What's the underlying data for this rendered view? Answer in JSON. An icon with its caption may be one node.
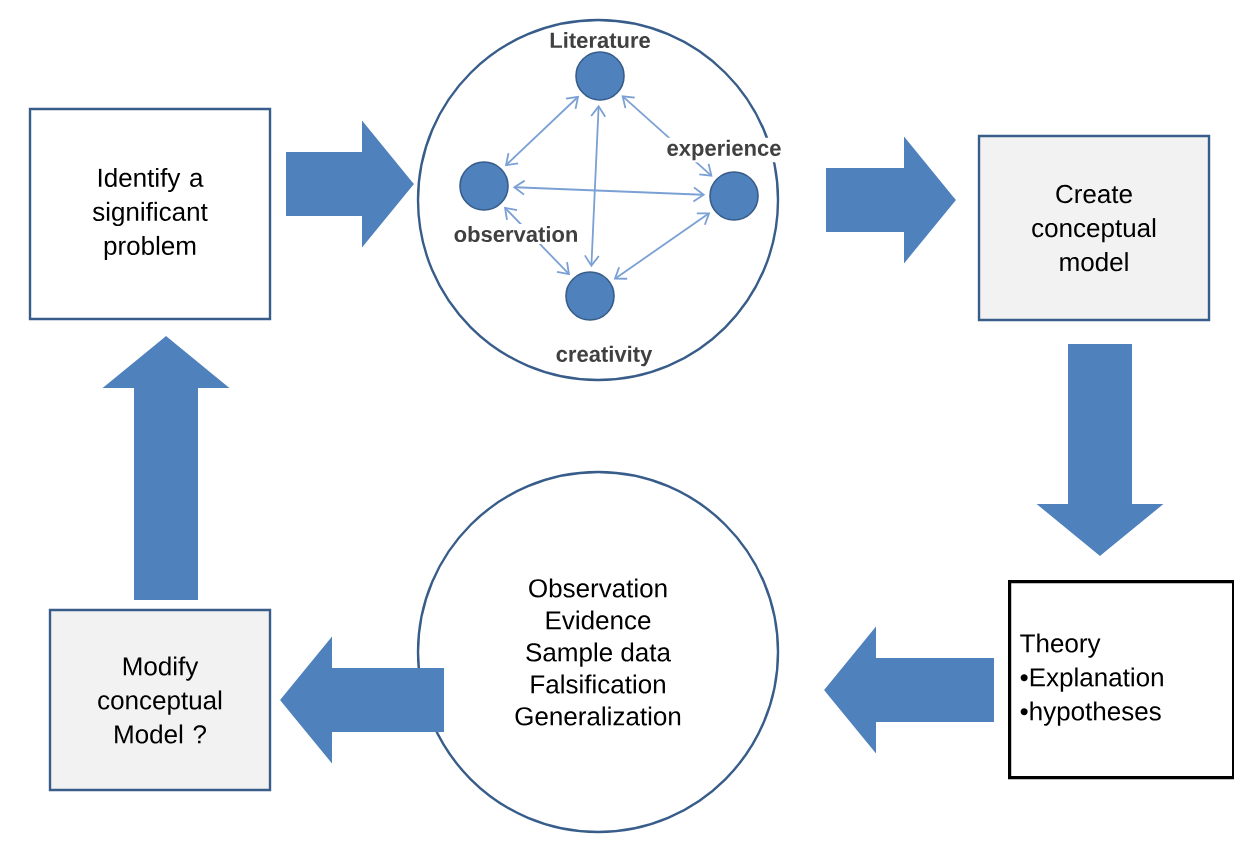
{
  "diagram": {
    "nodes": [
      {
        "text": [
          "Identify a significant problem"
        ]
      },
      {
        "text": [],
        "shape": "circle"
      },
      {
        "text": [],
        "shape": "circle",
        "in": 1,
        "beside": [
          "Literature"
        ]
      },
      {
        "text": [],
        "shape": "circle",
        "in": 1,
        "beside": [
          "observation"
        ]
      },
      {
        "text": [],
        "shape": "circle",
        "in": 1,
        "beside": [
          "experience"
        ]
      },
      {
        "text": [],
        "shape": "circle",
        "in": 1,
        "beside": [
          "creativity"
        ]
      },
      {
        "text": [
          "Create conceptual model"
        ]
      },
      {
        "text": [
          "Theory",
          "•Explanation",
          "•hypotheses"
        ]
      },
      {
        "text": [
          "Observation",
          "Evidence",
          "Sample data",
          "Falsification",
          "Generalization"
        ]
      },
      {
        "text": [
          "Modify conceptual Model ?"
        ]
      }
    ],
    "edges": [
      {
        "from": 0,
        "to": 1,
        "arrow": "to",
        "style": "thick"
      },
      {
        "from": 1,
        "to": 6,
        "arrow": "to",
        "style": "thick"
      },
      {
        "from": 6,
        "to": 7,
        "arrow": "to",
        "style": "thick"
      },
      {
        "from": 7,
        "to": 8,
        "arrow": "to",
        "style": "thick"
      },
      {
        "from": 8,
        "to": 9,
        "arrow": "to",
        "style": "thick"
      },
      {
        "from": 9,
        "to": 0,
        "arrow": "to",
        "style": "thick"
      },
      {
        "from": 2,
        "to": 3,
        "arrow": "both",
        "color": "#7ba0d4"
      },
      {
        "from": 2,
        "to": 4,
        "arrow": "both",
        "color": "#7ba0d4"
      },
      {
        "from": 2,
        "to": 5,
        "arrow": "both",
        "color": "#7ba0d4"
      },
      {
        "from": 3,
        "to": 4,
        "arrow": "both",
        "color": "#7ba0d4"
      },
      {
        "from": 5,
        "to": 3,
        "arrow": "both",
        "color": "#7ba0d4"
      },
      {
        "from": 5,
        "to": 4,
        "arrow": "both",
        "color": "#7ba0d4"
      }
    ]
  }
}
